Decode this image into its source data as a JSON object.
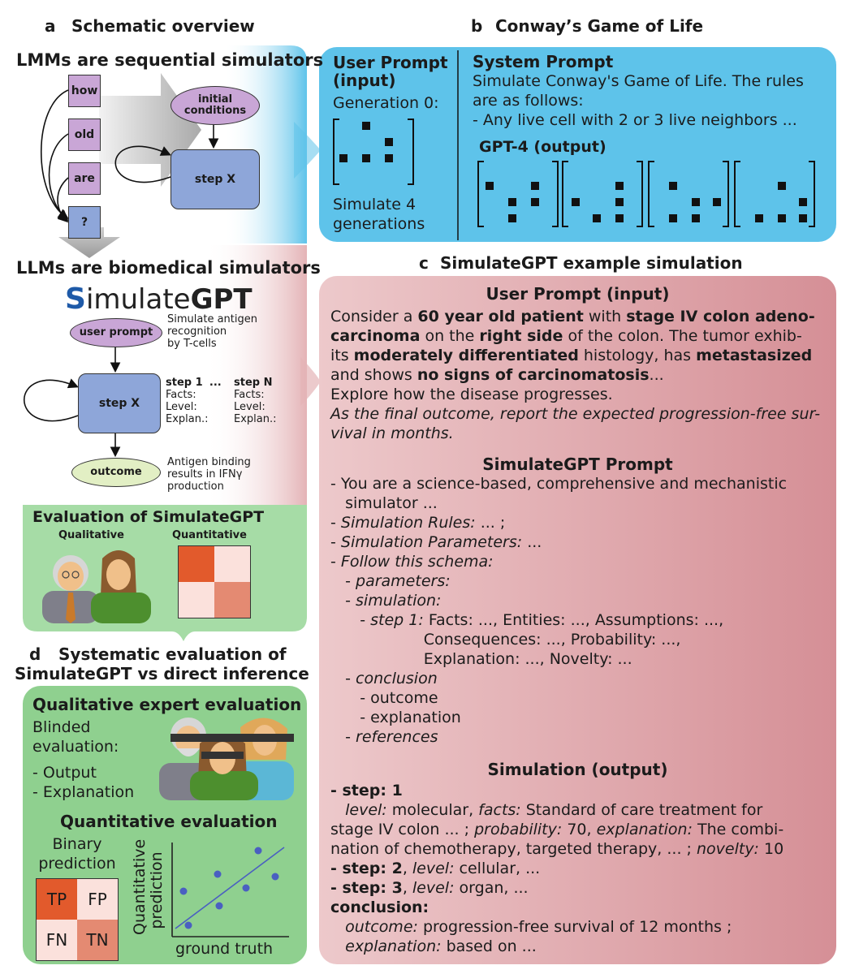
{
  "panel_a": {
    "letter": "a",
    "title": "Schematic overview",
    "lmm_heading": "LMMs are sequential simulators",
    "tokens": [
      "how",
      "old",
      "are",
      "?"
    ],
    "initial_conditions": "initial conditions",
    "step_x": "step X",
    "llm_heading": "LLMs are biomedical simulators",
    "logo_prefix": "S",
    "logo_mid": "imulate",
    "logo_suffix": "GPT",
    "user_prompt": "user prompt",
    "user_prompt_note": [
      "Simulate antigen",
      "recognition",
      "by T-cells"
    ],
    "step_1": "step 1",
    "ellipsis": "...",
    "step_n": "step N",
    "step_fields": [
      "Facts:",
      "Level:",
      "Explan.:"
    ],
    "outcome": "outcome",
    "outcome_note": [
      "Antigen binding",
      "results in IFNγ",
      "production"
    ],
    "eval_heading": "Evaluation of SimulateGPT",
    "qualitative": "Qualitative",
    "quantitative": "Quantitative"
  },
  "panel_b": {
    "letter": "b",
    "title": "Conway’s Game of Life",
    "user_prompt_title": [
      "User Prompt",
      "(input)"
    ],
    "generation": "Generation 0:",
    "simulate": [
      "Simulate 4",
      "generations"
    ],
    "system_prompt_title": "System Prompt",
    "system_prompt_lines": [
      "Simulate Conway's Game of Life. The rules",
      "are as follows:",
      "- Any live cell with 2 or 3 live neighbors ..."
    ],
    "gpt_output_title": "GPT-4 (output)"
  },
  "panel_c": {
    "letter": "c",
    "title": "SimulateGPT example simulation",
    "user_prompt_title": "User Prompt (input)",
    "user_prompt_rich": [
      "Consider a <b>60 year old patient</b> with <b>stage IV colon adeno-</b>",
      "<b>carcinoma</b> on the <b>right side</b> of the colon. The tumor exhib-",
      "its <b>moderately differentiated</b> histology, has <b>metastasized</b>",
      "and shows <b>no signs of carcinomatosis</b>...",
      "Explore how the disease progresses.",
      "<i>As the final outcome, report the expected progression-free sur-</i>",
      "<i>vival in months.</i>"
    ],
    "simgpt_prompt_title": "SimulateGPT Prompt",
    "simgpt_prompt_rich": [
      "- You are a science-based, comprehensive and mechanistic",
      "&nbsp;&nbsp;&nbsp;simulator ...",
      "- <i>Simulation Rules:</i> ... ;",
      "- <i>Simulation Parameters:</i> ...",
      "- <i>Follow this schema:</i>",
      "&nbsp;&nbsp;&nbsp;- <i>parameters:</i>",
      "&nbsp;&nbsp;&nbsp;- <i>simulation:</i>",
      "&nbsp;&nbsp;&nbsp;&nbsp;&nbsp;&nbsp;- <i>step 1:</i> Facts: ..., Entities: ..., Assumptions: ...,",
      "&nbsp;&nbsp;&nbsp;&nbsp;&nbsp;&nbsp;&nbsp;&nbsp;&nbsp;&nbsp;&nbsp;&nbsp;&nbsp;&nbsp;&nbsp;&nbsp;&nbsp;&nbsp;&nbsp;Consequences: ..., Probability: ...,",
      "&nbsp;&nbsp;&nbsp;&nbsp;&nbsp;&nbsp;&nbsp;&nbsp;&nbsp;&nbsp;&nbsp;&nbsp;&nbsp;&nbsp;&nbsp;&nbsp;&nbsp;&nbsp;&nbsp;Explanation: ..., Novelty: ...",
      "&nbsp;&nbsp;&nbsp;- <i>conclusion</i>",
      "&nbsp;&nbsp;&nbsp;&nbsp;&nbsp;&nbsp;- outcome",
      "&nbsp;&nbsp;&nbsp;&nbsp;&nbsp;&nbsp;- explanation",
      "&nbsp;&nbsp;&nbsp;- <i>references</i>"
    ],
    "simulation_title": "Simulation (output)",
    "simulation_rich": [
      "<b>- step: 1</b>",
      "&nbsp;&nbsp;&nbsp;<i>level:</i> molecular, <i>facts:</i> Standard of care treatment for",
      "stage IV colon ... ; <i>probability:</i> 70, <i>explanation:</i> The combi-",
      "nation of chemotherapy, targeted therapy, ... ; <i>novelty:</i> 10",
      "<b>- step: 2</b>, <i>level:</i> cellular, ...",
      "<b>- step: 3</b>, <i>level:</i> organ, ...",
      "<b>conclusion:</b>",
      "&nbsp;&nbsp;&nbsp;<i>outcome:</i> progression-free survival of 12 months ;",
      "&nbsp;&nbsp;&nbsp;<i>explanation:</i> based on ..."
    ]
  },
  "panel_d": {
    "letter": "d",
    "title_line1": "Systematic evaluation of",
    "title_line2": "SimulateGPT vs direct inference",
    "qual_heading": "Qualitative expert evaluation",
    "blinded": [
      "Blinded",
      "evaluation:"
    ],
    "items": [
      "- Output",
      "- Explanation"
    ],
    "quant_heading": "Quantitative evaluation",
    "binary": [
      "Binary",
      "prediction"
    ],
    "matrix": [
      "TP",
      "FP",
      "FN",
      "TN"
    ],
    "y_axis": [
      "Quantitative",
      "prediction"
    ],
    "x_axis": "ground truth"
  },
  "colors": {
    "blue_panel": "#5ec3ea",
    "red_panel": "#d9969c",
    "green_panel": "#8fd08f",
    "purple": "#c9a6d6",
    "step_blue": "#8ea6d9",
    "dot_blue": "#4a5fc1"
  }
}
